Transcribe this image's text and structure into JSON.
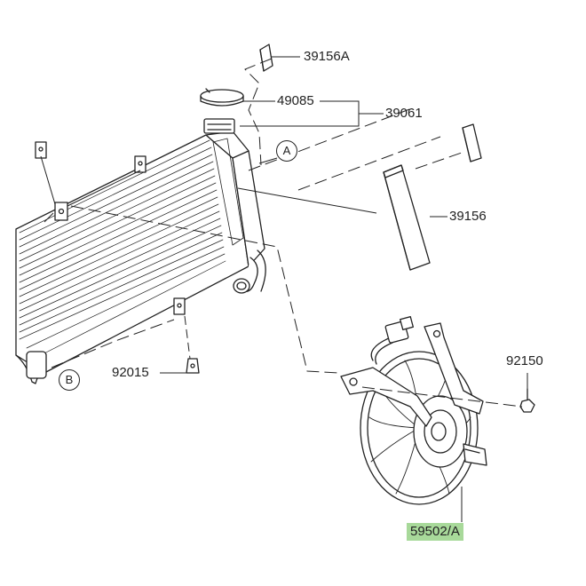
{
  "parts": {
    "p39156A": "39156A",
    "p49085": "49085",
    "p39061": "39061",
    "p39156": "39156",
    "p92150": "92150",
    "p92015": "92015",
    "p59502A": "59502/A"
  },
  "refs": {
    "a": "A",
    "b": "B"
  },
  "colors": {
    "line": "#222222",
    "highlight": "#a8d99a",
    "background": "#ffffff"
  }
}
